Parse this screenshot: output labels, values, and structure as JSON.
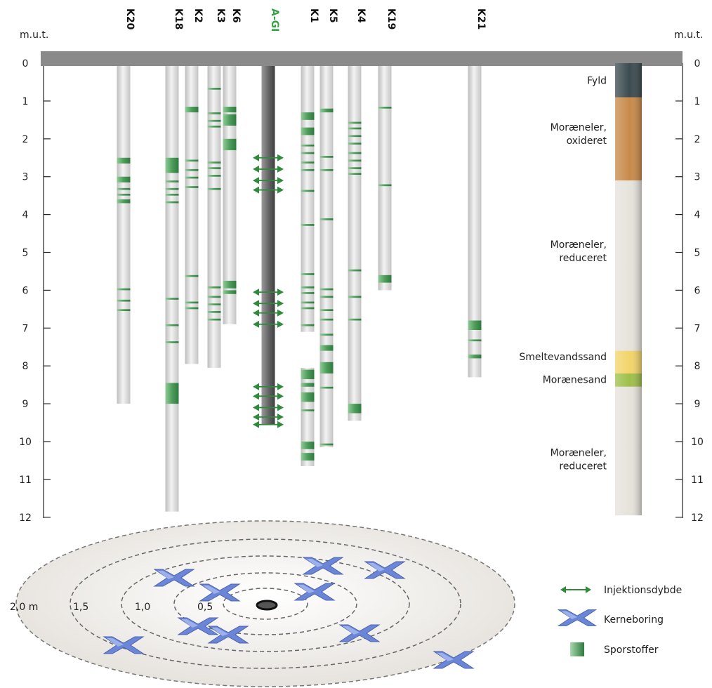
{
  "axis": {
    "unit_left": "m.u.t.",
    "unit_right": "m.u.t.",
    "depth_ticks": [
      0,
      1,
      2,
      3,
      4,
      5,
      6,
      7,
      8,
      9,
      10,
      11,
      12
    ],
    "max_depth_m": 12
  },
  "colors": {
    "tracer_green": "#4a9e5c",
    "injection_green": "#2e8b3c",
    "borehole_grey": "#cfcfcf",
    "agi_label_green": "#33a043",
    "surface_bar": "#888888",
    "coring_blue": "#6b86d6"
  },
  "boreholes": [
    {
      "id": "K20",
      "depth": 9.0,
      "tracer_bands": [
        [
          2.5,
          2.65
        ],
        [
          3.0,
          3.15
        ],
        [
          3.3,
          3.35
        ],
        [
          3.45,
          3.5
        ],
        [
          3.6,
          3.7
        ],
        [
          5.95,
          6.0
        ],
        [
          6.25,
          6.3
        ],
        [
          6.5,
          6.55
        ]
      ]
    },
    {
      "id": "K18",
      "depth": 11.85,
      "tracer_bands": [
        [
          2.5,
          2.9
        ],
        [
          3.1,
          3.15
        ],
        [
          3.3,
          3.35
        ],
        [
          3.45,
          3.5
        ],
        [
          3.65,
          3.7
        ],
        [
          6.2,
          6.25
        ],
        [
          6.9,
          6.95
        ],
        [
          7.35,
          7.4
        ],
        [
          8.45,
          9.0
        ]
      ]
    },
    {
      "id": "K2",
      "depth": 7.95,
      "tracer_bands": [
        [
          1.15,
          1.3
        ],
        [
          2.55,
          2.6
        ],
        [
          2.8,
          2.85
        ],
        [
          3.0,
          3.05
        ],
        [
          3.25,
          3.3
        ],
        [
          5.6,
          5.65
        ],
        [
          6.3,
          6.35
        ],
        [
          6.45,
          6.5
        ]
      ]
    },
    {
      "id": "K3",
      "depth": 8.05,
      "tracer_bands": [
        [
          0.65,
          0.7
        ],
        [
          1.3,
          1.35
        ],
        [
          1.5,
          1.55
        ],
        [
          1.65,
          1.7
        ],
        [
          2.6,
          2.65
        ],
        [
          2.75,
          2.8
        ],
        [
          2.95,
          3.0
        ],
        [
          3.3,
          3.35
        ],
        [
          5.9,
          5.95
        ],
        [
          6.15,
          6.2
        ],
        [
          6.35,
          6.4
        ],
        [
          6.55,
          6.6
        ],
        [
          6.75,
          6.8
        ]
      ]
    },
    {
      "id": "K6",
      "depth": 6.9,
      "tracer_bands": [
        [
          1.15,
          1.3
        ],
        [
          1.35,
          1.65
        ],
        [
          2.0,
          2.3
        ],
        [
          5.75,
          5.95
        ],
        [
          6.0,
          6.1
        ]
      ]
    },
    {
      "id": "K1",
      "depth": 7.1,
      "tracer_bands": [
        [
          1.3,
          1.5
        ],
        [
          1.7,
          1.9
        ],
        [
          2.15,
          2.2
        ],
        [
          2.35,
          2.4
        ],
        [
          2.6,
          2.65
        ],
        [
          2.8,
          2.85
        ],
        [
          3.35,
          3.4
        ],
        [
          4.25,
          4.3
        ],
        [
          5.55,
          5.6
        ],
        [
          5.9,
          5.95
        ],
        [
          6.05,
          6.1
        ],
        [
          6.3,
          6.35
        ],
        [
          6.45,
          6.5
        ],
        [
          6.9,
          6.95
        ]
      ],
      "lower_segment": [
        8.05,
        10.65
      ],
      "lower_tracer_bands": [
        [
          8.1,
          8.35
        ],
        [
          8.45,
          8.55
        ],
        [
          8.7,
          8.95
        ],
        [
          9.15,
          9.2
        ],
        [
          10.0,
          10.2
        ],
        [
          10.3,
          10.5
        ]
      ]
    },
    {
      "id": "K5",
      "depth": 10.15,
      "tracer_bands": [
        [
          1.2,
          1.3
        ],
        [
          2.45,
          2.5
        ],
        [
          2.8,
          2.85
        ],
        [
          4.1,
          4.15
        ],
        [
          5.95,
          6.0
        ],
        [
          6.15,
          6.2
        ],
        [
          6.5,
          6.55
        ],
        [
          6.75,
          6.8
        ],
        [
          7.15,
          7.2
        ],
        [
          7.45,
          7.6
        ],
        [
          7.9,
          8.2
        ],
        [
          8.55,
          8.6
        ],
        [
          10.05,
          10.1
        ]
      ]
    },
    {
      "id": "K4",
      "depth": 9.45,
      "tracer_bands": [
        [
          1.55,
          1.6
        ],
        [
          1.7,
          1.75
        ],
        [
          1.9,
          1.95
        ],
        [
          2.1,
          2.15
        ],
        [
          2.35,
          2.4
        ],
        [
          2.55,
          2.6
        ],
        [
          2.75,
          2.8
        ],
        [
          2.9,
          2.95
        ],
        [
          5.45,
          5.5
        ],
        [
          6.15,
          6.2
        ],
        [
          6.75,
          6.8
        ],
        [
          9.0,
          9.25
        ]
      ]
    },
    {
      "id": "K19",
      "depth": 6.0,
      "tracer_bands": [
        [
          1.15,
          1.2
        ],
        [
          3.2,
          3.25
        ],
        [
          5.6,
          5.8
        ]
      ]
    },
    {
      "id": "K21",
      "depth": 8.3,
      "tracer_bands": [
        [
          6.8,
          7.05
        ],
        [
          7.3,
          7.35
        ],
        [
          7.7,
          7.8
        ]
      ]
    }
  ],
  "injection_borehole": {
    "id": "A-GI",
    "depth": 9.55,
    "injection_depths": [
      2.5,
      2.8,
      3.1,
      3.35,
      6.05,
      6.35,
      6.6,
      6.9,
      8.55,
      8.8,
      9.1,
      9.35,
      9.55
    ]
  },
  "geology": [
    {
      "label": "Fyld",
      "top": 0,
      "bottom": 0.9,
      "color": "#3b4b50"
    },
    {
      "label": "Moræneler,\noxideret",
      "top": 0.9,
      "bottom": 3.1,
      "color": "#c88a4a"
    },
    {
      "label": "Moræneler,\nreduceret",
      "top": 3.1,
      "bottom": 7.6,
      "color": "#e6e2dc"
    },
    {
      "label": "Smeltevandssand",
      "top": 7.6,
      "bottom": 8.2,
      "color": "#f2d46a"
    },
    {
      "label": "Morænesand",
      "top": 8.2,
      "bottom": 8.55,
      "color": "#9fbf4a"
    },
    {
      "label": "Moræneler,\nreduceret",
      "top": 8.55,
      "bottom": 11.95,
      "color": "#e6e2dc"
    }
  ],
  "plan_view": {
    "ring_labels": [
      "2,0 m",
      "1,5",
      "1,0",
      "0,5"
    ]
  },
  "legend": {
    "injection": "Injektionsdybde",
    "coring": "Kerneboring",
    "tracer": "Sporstoffer"
  }
}
